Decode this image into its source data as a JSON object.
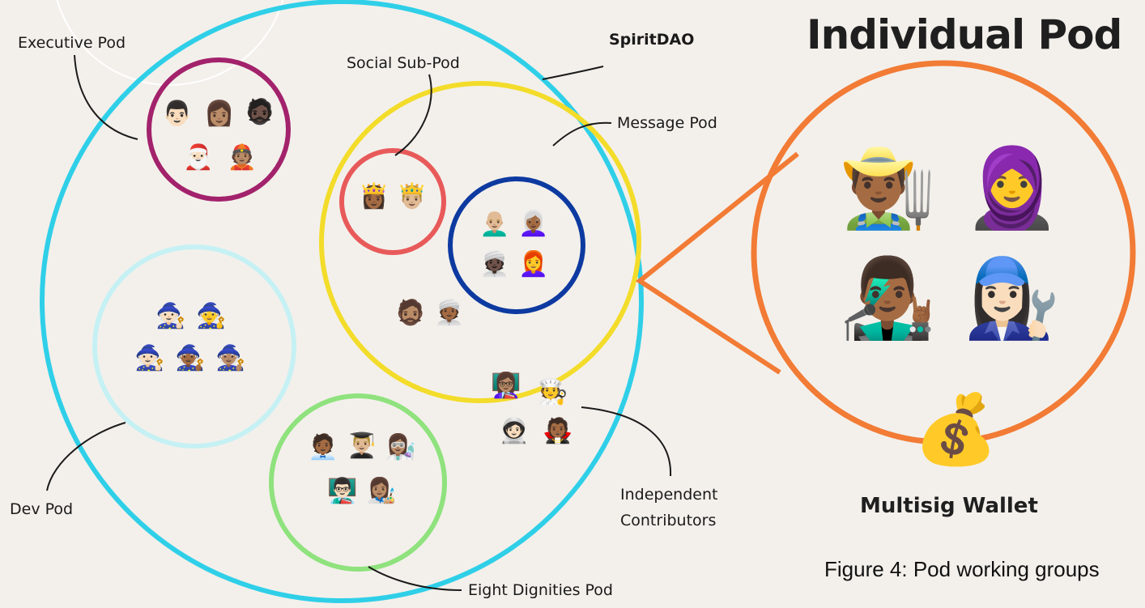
{
  "title": "Individual Pod",
  "labels": {
    "executive": "Executive Pod",
    "social": "Social Sub-Pod",
    "spiritdao": "SpiritDAO",
    "message": "Message Pod",
    "dev": "Dev Pod",
    "independent_1": "Independent",
    "independent_2": "Contributors",
    "eight": "Eight Dignities Pod",
    "wallet": "Multisig Wallet"
  },
  "caption": "Figure 4: Pod working groups",
  "emoji": {
    "executive": [
      "👨🏻",
      "👩🏽",
      "🧔🏿",
      "🎅🏻",
      "👲🏽"
    ],
    "social": [
      "👸🏾",
      "🤴🏼"
    ],
    "message": [
      "👨🏼‍🦲",
      "👩🏾‍🦳",
      "👳🏿",
      "👩‍🦰"
    ],
    "message_extra": [
      "🧔🏽",
      "👳🏾"
    ],
    "dev": [
      "🧙🏻",
      "🧙",
      "🧙🏻",
      "🧙🏾",
      "🧙🏽"
    ],
    "eight": [
      "🧑🏾‍💼",
      "👨🏼‍🎓",
      "👩🏽‍🔬",
      "👨🏻‍🏫",
      "👩🏽‍🎨"
    ],
    "independent": [
      "👩🏽‍🏫",
      "🧑‍🍳",
      "🧑🏻‍🚀",
      "🧛🏾"
    ],
    "individual": [
      "👨🏾‍🌾",
      "🧕",
      "👨🏾‍🎤",
      "👩🏻‍🔧"
    ],
    "wallet": "💰"
  },
  "colors": {
    "spiritdao": "#2fcfe8",
    "executive": "#a3226c",
    "social": "#e85a5a",
    "message": "#f3dc2a",
    "message_inner": "#0d3aa0",
    "dev": "#c6f1f4",
    "eight": "#8fe27d",
    "individual": "#f27b35"
  }
}
